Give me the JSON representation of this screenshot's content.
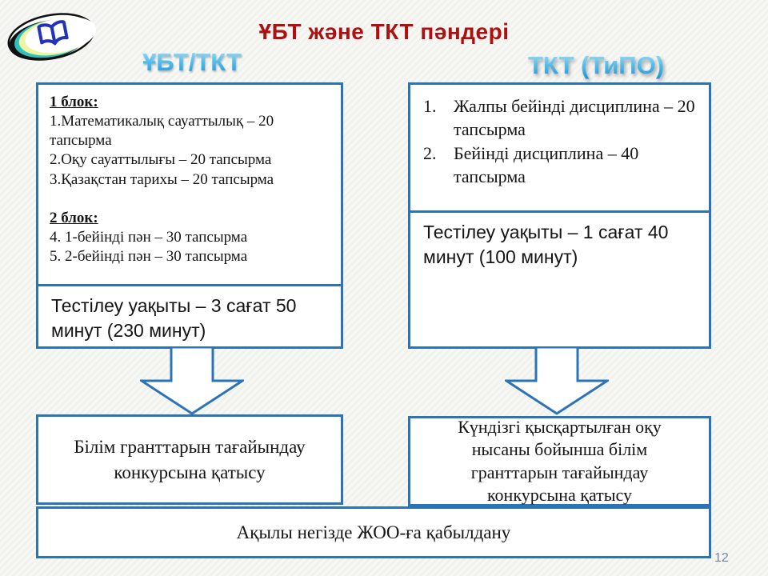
{
  "title": "ҰБТ және ТКТ пәндері",
  "page_number": "12",
  "logo": {
    "name": "book-logo"
  },
  "left": {
    "header": "ҰБТ/ТКТ",
    "blocks": {
      "block1_title": "1 блок:",
      "block1_items": [
        "1.Математикалық сауаттылық – 20 тапсырма",
        "2.Оқу сауаттылығы – 20 тапсырма",
        "3.Қазақстан тарихы – 20 тапсырма"
      ],
      "block2_title": "2 блок:",
      "block2_items": [
        "4. 1-бейінді пән – 30 тапсырма",
        "5. 2-бейінді пән – 30 тапсырма"
      ]
    },
    "time": "Тестілеу уақыты – 3 сағат 50 минут (230 минут)",
    "result": "Білім гранттарын тағайындау конкурсына қатысу"
  },
  "right": {
    "header": "ТКТ (ТиПО)",
    "subjects": [
      {
        "num": "1.",
        "text": "Жалпы бейінді дисциплина – 20 тапсырма"
      },
      {
        "num": "2.",
        "text": "Бейінді дисциплина – 40 тапсырма"
      }
    ],
    "time": "Тестілеу уақыты – 1 сағат 40 минут (100 минут)",
    "result": "Күндізгі қысқартылған оқу нысаны бойынша білім гранттарын тағайындау конкурсына қатысу"
  },
  "bottom": {
    "result": "Ақылы негізде ЖОО-ға қабылдану"
  },
  "colors": {
    "border": "#2b74b8",
    "title": "#ad1010",
    "header_gradient_top": "#a5e4fa",
    "header_gradient_bottom": "#1b8fd6",
    "page_number": "#7787a0"
  }
}
